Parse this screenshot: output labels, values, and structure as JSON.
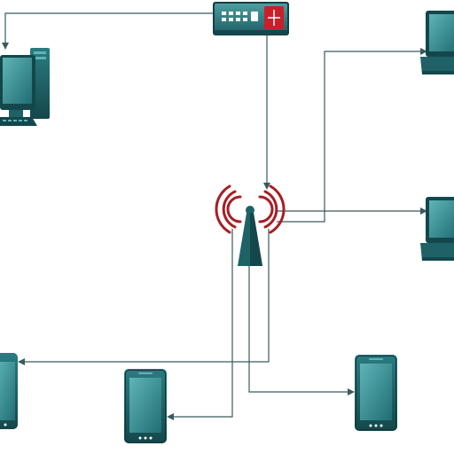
{
  "diagram": {
    "colors": {
      "device_body": "#1f6e73",
      "device_body_dark": "#14474b",
      "screen": "#2b8f94",
      "screen_light": "#5fb4b6",
      "router_body": "#3d8a8e",
      "router_accent": "#c8202a",
      "signal": "#a81d24",
      "antenna": "#1e6268",
      "connector": "#3a5a5c",
      "background": "#ffffff"
    },
    "nodes": [
      {
        "id": "router",
        "icon": "router-icon"
      },
      {
        "id": "desktop",
        "icon": "desktop-computer-icon"
      },
      {
        "id": "access-point",
        "icon": "wireless-access-point-icon"
      },
      {
        "id": "laptop-top",
        "icon": "laptop-icon"
      },
      {
        "id": "laptop-middle",
        "icon": "laptop-icon"
      },
      {
        "id": "phone-left",
        "icon": "smartphone-icon"
      },
      {
        "id": "phone-center",
        "icon": "smartphone-icon"
      },
      {
        "id": "phone-right",
        "icon": "smartphone-icon"
      }
    ],
    "edges": [
      {
        "from": "router",
        "to": "desktop"
      },
      {
        "from": "router",
        "to": "access-point"
      },
      {
        "from": "access-point",
        "to": "laptop-top"
      },
      {
        "from": "access-point",
        "to": "laptop-middle"
      },
      {
        "from": "access-point",
        "to": "phone-left"
      },
      {
        "from": "access-point",
        "to": "phone-center"
      },
      {
        "from": "access-point",
        "to": "phone-right"
      }
    ]
  }
}
